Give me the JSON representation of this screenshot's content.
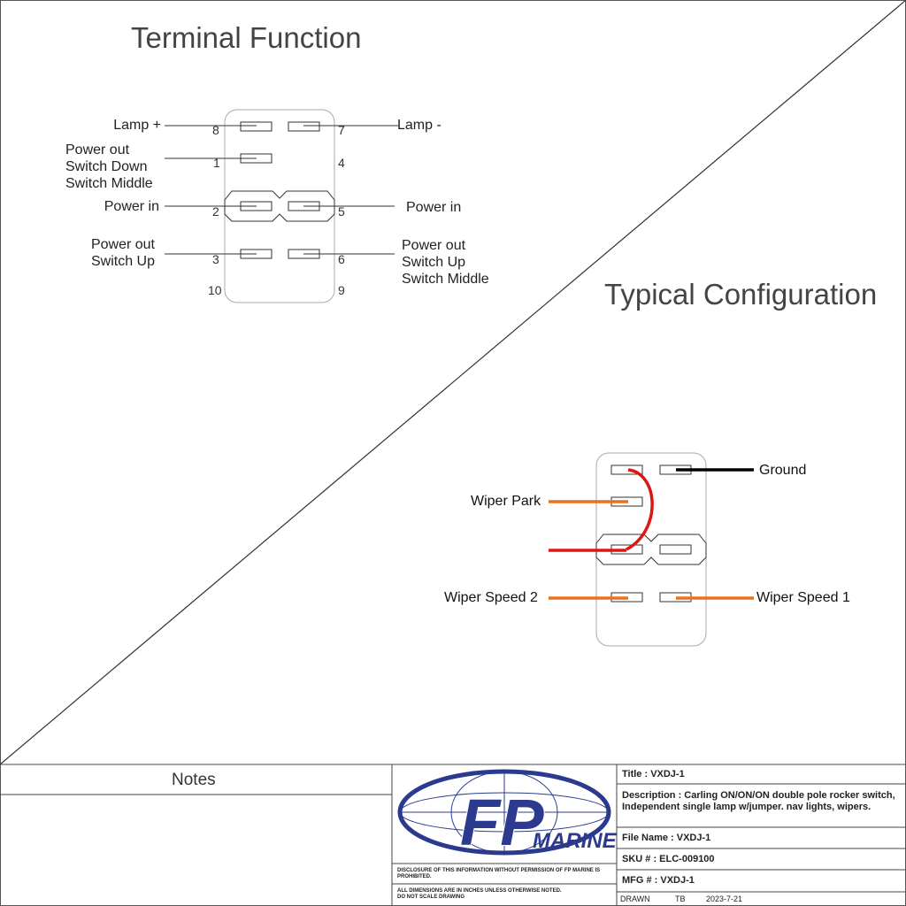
{
  "terminal_function": {
    "title": "Terminal Function",
    "labels": {
      "lamp_plus": "Lamp +",
      "lamp_minus": "Lamp -",
      "pin1_line1": "Power out",
      "pin1_line2": "Switch Down",
      "pin1_line3": "Switch Middle",
      "power_in_left": "Power in",
      "power_in_right": "Power in",
      "pin3_line1": "Power out",
      "pin3_line2": "Switch Up",
      "pin6_line1": "Power out",
      "pin6_line2": "Switch Up",
      "pin6_line3": "Switch Middle"
    },
    "pins": {
      "p8": "8",
      "p7": "7",
      "p1": "1",
      "p4": "4",
      "p2": "2",
      "p5": "5",
      "p3": "3",
      "p6": "6",
      "p10": "10",
      "p9": "9"
    }
  },
  "typical_configuration": {
    "title": "Typical Configuration",
    "labels": {
      "ground": "Ground",
      "wiper_park": "Wiper Park",
      "wiper_speed_2": "Wiper Speed 2",
      "wiper_speed_1": "Wiper Speed 1"
    },
    "wire_colors": {
      "ground": "#000000",
      "power": "#e01515",
      "wiper": "#e8731a"
    }
  },
  "title_block": {
    "notes_heading": "Notes",
    "logo_text": "FP",
    "logo_subtext": "MARINE",
    "logo_color": "#2b3a8f",
    "disclosure": "DISCLOSURE OF THIS INFORMATION WITHOUT PERMISSION OF FP MARINE IS PROHIBITED.",
    "dimensions_note_1": "ALL DIMENSIONS ARE IN INCHES UNLESS OTHERWISE NOTED.",
    "dimensions_note_2": "DO NOT SCALE DRAWING",
    "title": "Title : VXDJ-1",
    "description": "Description : Carling ON/ON/ON double pole rocker switch, Independent single lamp w/jumper. nav lights, wipers.",
    "file_name": "File Name : VXDJ-1",
    "sku": "SKU # : ELC-009100",
    "mfg": "MFG # : VXDJ-1",
    "drawn_label": "DRAWN",
    "drawn_by": "TB",
    "drawn_date": "2023-7-21"
  }
}
